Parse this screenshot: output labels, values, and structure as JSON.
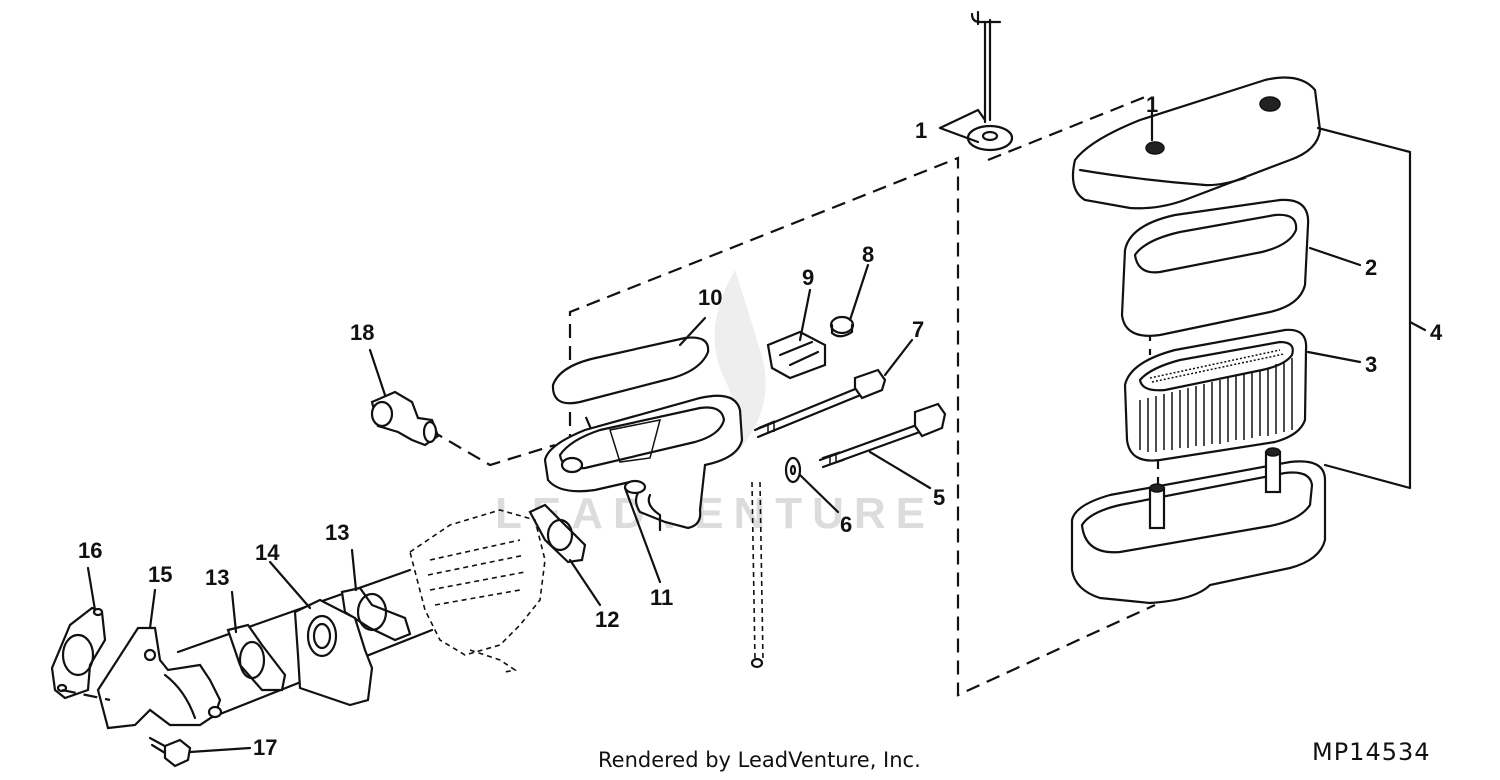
{
  "watermark": "LEADVENTURE",
  "credit": "Rendered by LeadVenture, Inc.",
  "part_number": "MP14534",
  "callouts": [
    {
      "id": "c1a",
      "text": "1"
    },
    {
      "id": "c1b",
      "text": "1"
    },
    {
      "id": "c2",
      "text": "2"
    },
    {
      "id": "c3",
      "text": "3"
    },
    {
      "id": "c4",
      "text": "4"
    },
    {
      "id": "c5",
      "text": "5"
    },
    {
      "id": "c6",
      "text": "6"
    },
    {
      "id": "c7",
      "text": "7"
    },
    {
      "id": "c8",
      "text": "8"
    },
    {
      "id": "c9",
      "text": "9"
    },
    {
      "id": "c10",
      "text": "10"
    },
    {
      "id": "c11",
      "text": "11"
    },
    {
      "id": "c12",
      "text": "12"
    },
    {
      "id": "c13a",
      "text": "13"
    },
    {
      "id": "c13b",
      "text": "13"
    },
    {
      "id": "c14",
      "text": "14"
    },
    {
      "id": "c15",
      "text": "15"
    },
    {
      "id": "c16",
      "text": "16"
    },
    {
      "id": "c17",
      "text": "17"
    },
    {
      "id": "c18",
      "text": "18"
    }
  ]
}
